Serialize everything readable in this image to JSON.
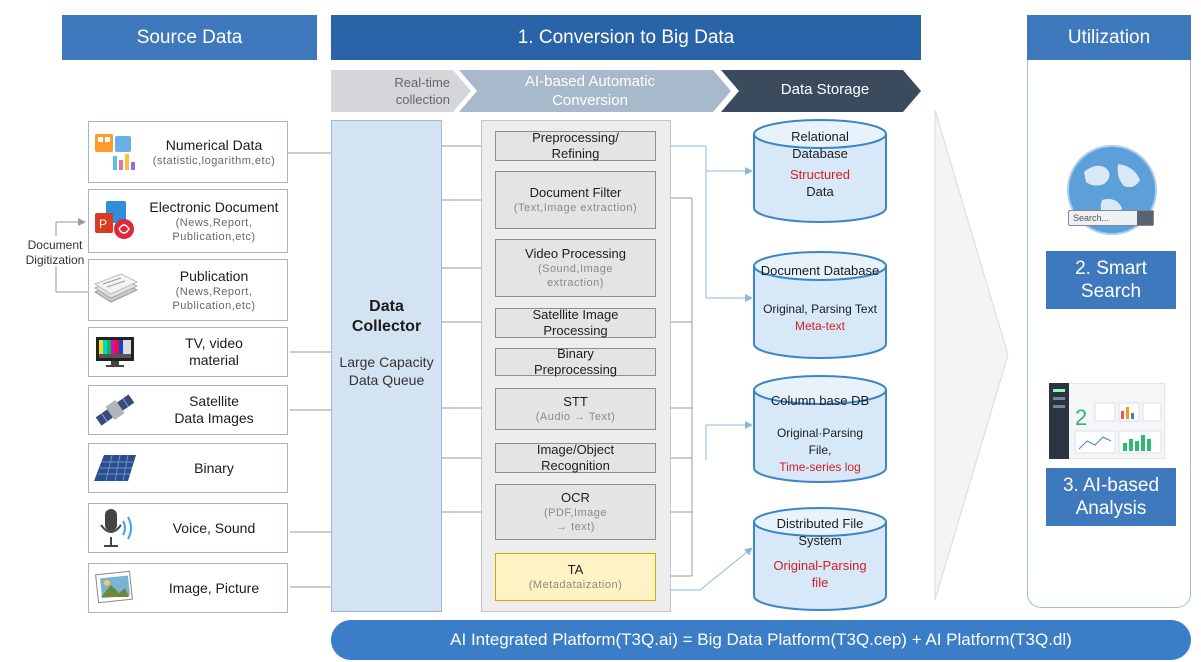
{
  "headers": {
    "source": "Source Data",
    "conversion": "1. Conversion to Big Data",
    "utilization": "Utilization"
  },
  "stages": {
    "realtime": [
      "Real-time",
      "collection"
    ],
    "ai": [
      "AI-based Automatic",
      "Conversion"
    ],
    "storage": "Data Storage"
  },
  "side_label": [
    "Document",
    "Digitization"
  ],
  "sources": [
    {
      "title": "Numerical Data",
      "sub": "(statistic,logarithm,etc)",
      "icon": "calculator-chart-icon"
    },
    {
      "title": "Electronic Document",
      "sub": "(News,Report,\nPublication,etc)",
      "icon": "office-documents-icon"
    },
    {
      "title": "Publication",
      "sub": "(News,Report,\nPublication,etc)",
      "icon": "paper-stack-icon"
    },
    {
      "title": "TV, video\nmaterial",
      "sub": "",
      "icon": "tv-monitor-icon"
    },
    {
      "title": "Satellite\nData Images",
      "sub": "",
      "icon": "satellite-icon"
    },
    {
      "title": "Binary",
      "sub": "",
      "icon": "solar-panel-icon"
    },
    {
      "title": "Voice, Sound",
      "sub": "",
      "icon": "microphone-icon"
    },
    {
      "title": "Image, Picture",
      "sub": "",
      "icon": "photo-icon"
    }
  ],
  "collector": {
    "title": "Data\nCollector",
    "sub": "Large Capacity\nData Queue"
  },
  "processes": [
    {
      "title": "Preprocessing/\nRefining",
      "sub": ""
    },
    {
      "title": "Document Filter",
      "sub": "(Text,Image extraction)"
    },
    {
      "title": "Video Processing",
      "sub": "(Sound,Image\nextraction)"
    },
    {
      "title": "Satellite Image\nProcessing",
      "sub": ""
    },
    {
      "title": "Binary\nPreprocessing",
      "sub": ""
    },
    {
      "title": "STT",
      "sub": "(Audio → Text)"
    },
    {
      "title": "Image/Object\nRecognition",
      "sub": ""
    },
    {
      "title": "OCR",
      "sub": "(PDF,Image\n→ text)"
    },
    {
      "title": "TA",
      "sub": "(Metadataization)"
    }
  ],
  "storage": [
    {
      "title": "Relational\nDatabase",
      "red": "Structured",
      "extra": "Data"
    },
    {
      "title": "Document Database",
      "extra": "Original, Parsing Text",
      "red": "Meta-text"
    },
    {
      "title": "Column base DB",
      "extra": "Original·Parsing\nFile,",
      "red": "Time-series log"
    },
    {
      "title": "Distributed File\nSystem",
      "red": "Original-Parsing\nfile",
      "extra": ""
    }
  ],
  "search_placeholder": "Search...",
  "utilization": {
    "smart_search": "2. Smart\nSearch",
    "ai_analysis": "3. AI-based\nAnalysis"
  },
  "footer": "AI Integrated Platform(T3Q.ai) = Big Data Platform(T3Q.cep) + AI Platform(T3Q.dl)",
  "colors": {
    "header_blue": "#3e78bd",
    "header_dark": "#2a64a8",
    "cylinder_fill": "#d7e9f8",
    "cylinder_stroke": "#3b86c9",
    "collector_fill": "#d4e3f2",
    "red_text": "#d42020",
    "ta_fill": "#fff3c4",
    "footer_blue": "#3b7dc7"
  }
}
